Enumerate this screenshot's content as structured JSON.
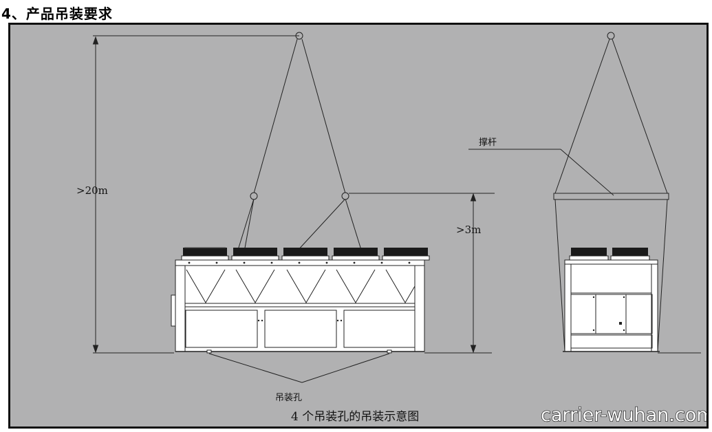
{
  "section": {
    "title": "4、产品吊装要求"
  },
  "diagram": {
    "labels": {
      "height_total": ">20m",
      "height_min": ">3m",
      "spreader_bar": "撑杆",
      "lifting_holes": "吊装孔",
      "caption": "4 个吊装孔的吊装示意图"
    },
    "watermark": "carrier-wuhan.com",
    "colors": {
      "background": "#b1b1b2",
      "line": "#222222",
      "panel": "#ffffff",
      "fan": "#1a1a1a",
      "frame": "#111111"
    },
    "icons": [
      "lifting-point-ring",
      "fan-guard",
      "dimension-arrow"
    ]
  }
}
